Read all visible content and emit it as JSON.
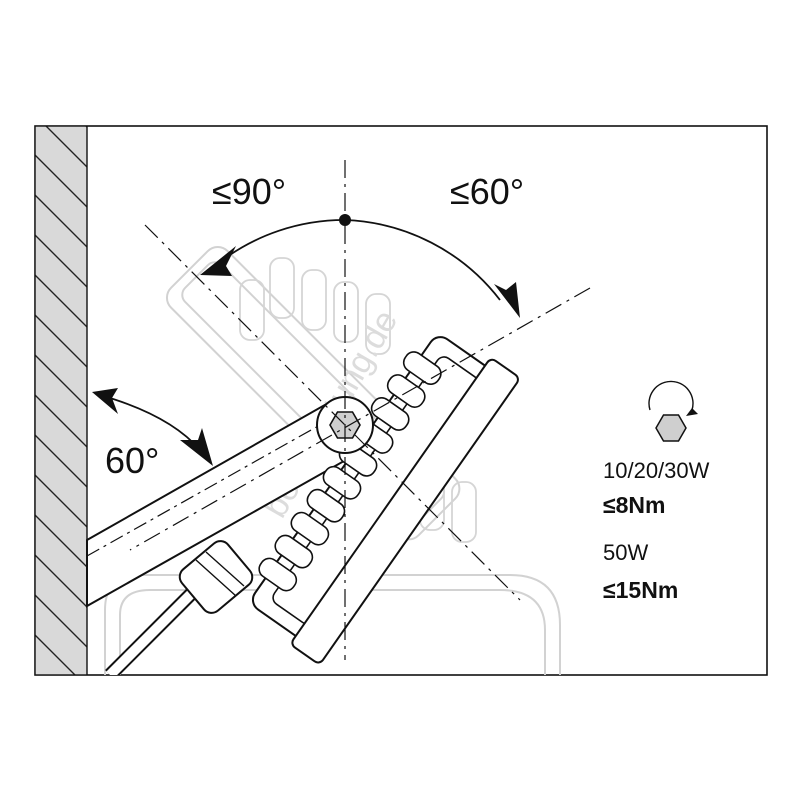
{
  "labels": {
    "angle_left_top": "≤90°",
    "angle_right_top": "≤60°",
    "angle_wall": "60°"
  },
  "torque": {
    "icon": "hex-nut-rotate-icon",
    "spec1_power": "10/20/30W",
    "spec1_torque": "≤8Nm",
    "spec2_power": "50W",
    "spec2_torque": "≤15Nm"
  },
  "watermark": "beleuchtung.de",
  "colors": {
    "line": "#111111",
    "ghost": "#d2d2d2",
    "wall": "#d9d9d9",
    "hex": "#cfcfcf"
  }
}
